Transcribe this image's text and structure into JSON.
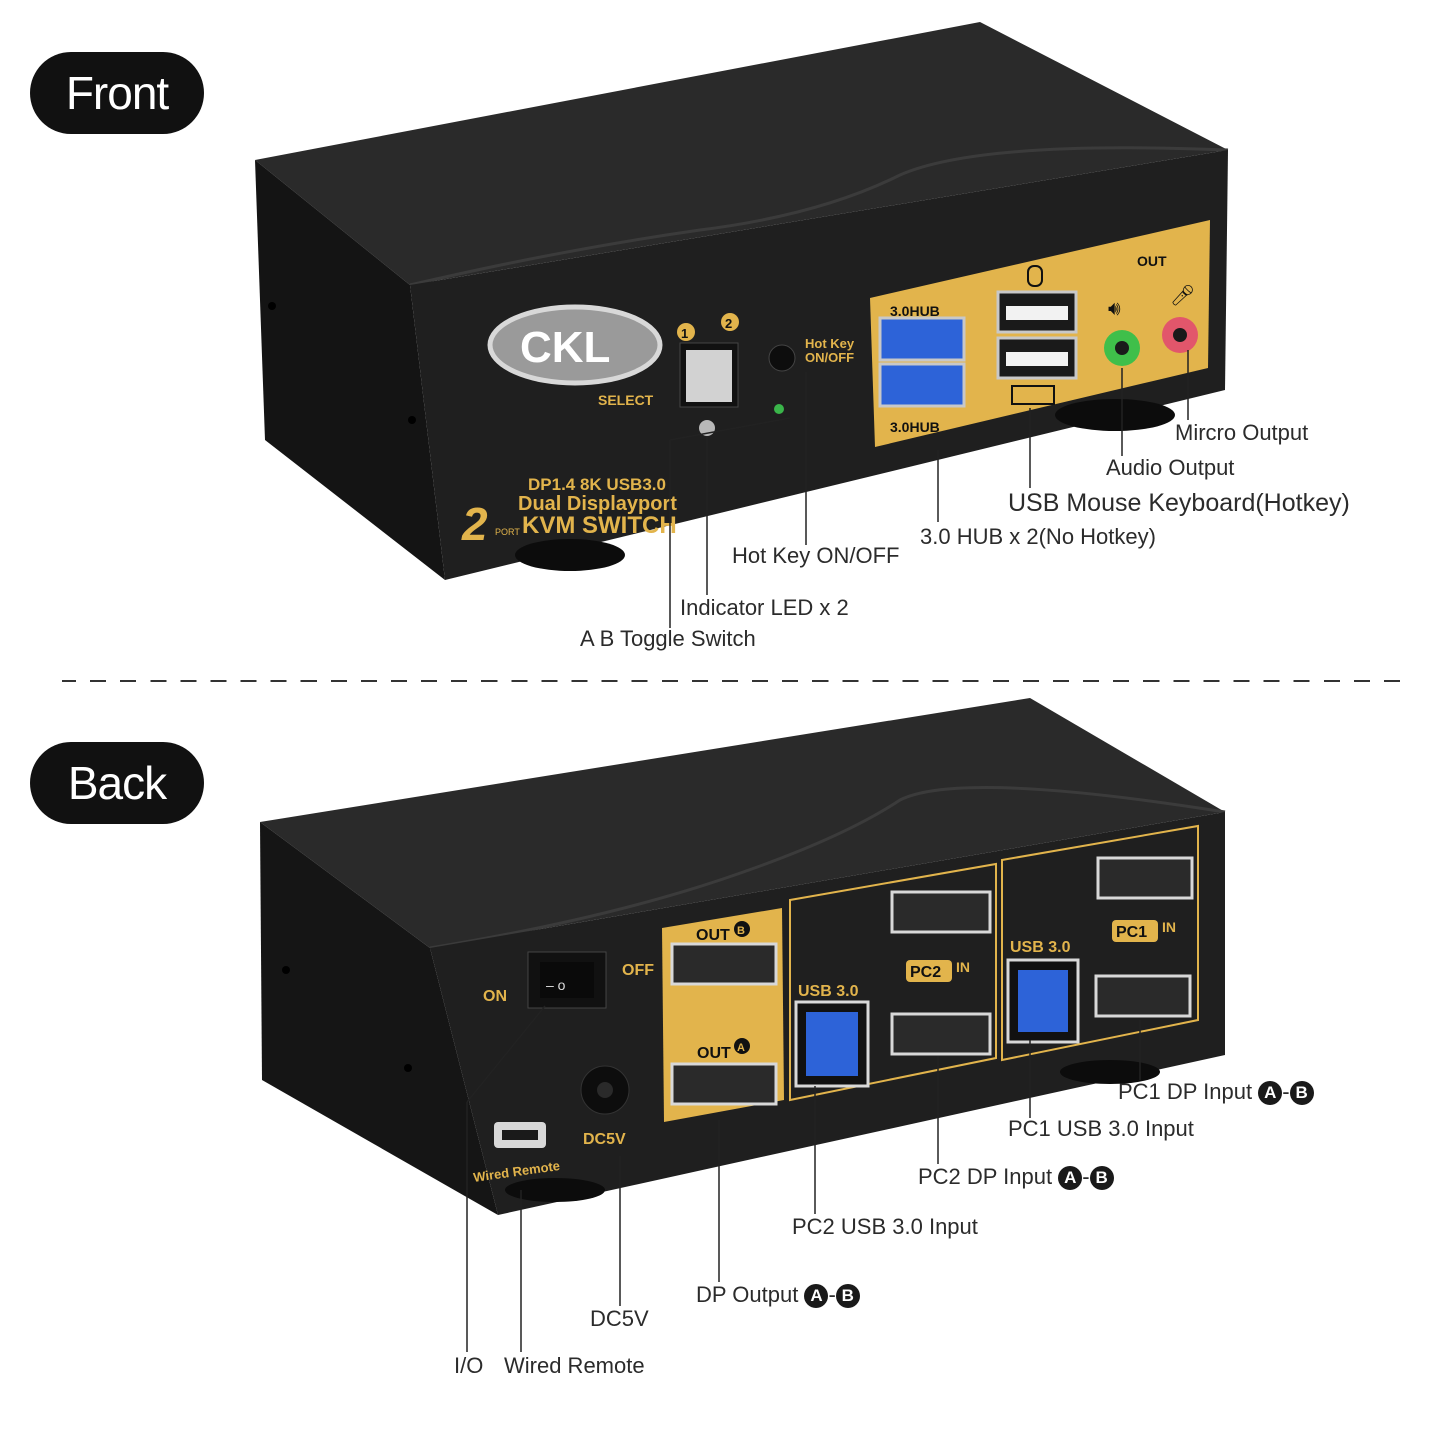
{
  "sections": {
    "front": "Front",
    "back": "Back"
  },
  "brand": {
    "logo": "CKL",
    "model_line1": "DP1.4 8K USB3.0",
    "model_line2": "Dual Displayport",
    "model_line3": "KVM SWITCH",
    "port_count": "2",
    "port_word": "PORT"
  },
  "front_panel": {
    "select_label": "SELECT",
    "port1": "1",
    "port2": "2",
    "hotkey_label_1": "Hot Key",
    "hotkey_label_2": "ON/OFF",
    "hub_top": "3.0HUB",
    "hub_bottom": "3.0HUB",
    "out_label": "OUT"
  },
  "front_callouts": {
    "micro_output": "Mircro Output",
    "audio_output": "Audio Output",
    "usb_mouse_keyboard": "USB Mouse Keyboard(Hotkey)",
    "hub_x2": "3.0 HUB x 2(No Hotkey)",
    "hotkey_onoff": "Hot Key ON/OFF",
    "indicator_led": "Indicator LED x 2",
    "ab_toggle": "A B Toggle Switch"
  },
  "back_panel": {
    "on": "ON",
    "off": "OFF",
    "out_b": "OUT",
    "out_a": "OUT",
    "usb30_pc2": "USB 3.0",
    "usb30_pc1": "USB 3.0",
    "pc2": "PC2",
    "pc1": "PC1",
    "in": "IN",
    "dc5v": "DC5V",
    "wired_remote": "Wired Remote",
    "letter_a": "A",
    "letter_b": "B"
  },
  "back_callouts": {
    "pc1_dp_input": "PC1 DP Input",
    "pc1_usb_input": "PC1 USB 3.0 Input",
    "pc2_dp_input": "PC2 DP Input",
    "pc2_usb_input": "PC2 USB 3.0 Input",
    "dp_output": "DP Output",
    "dc5v": "DC5V",
    "io": "I/O",
    "wired_remote": "Wired Remote",
    "a": "A",
    "b": "B",
    "dash": "-"
  },
  "colors": {
    "body": "#1c1c1c",
    "gold": "#e2b44c",
    "usb_blue": "#2d63d8",
    "audio_green": "#3fbf4a",
    "mic_pink": "#e2566b"
  }
}
